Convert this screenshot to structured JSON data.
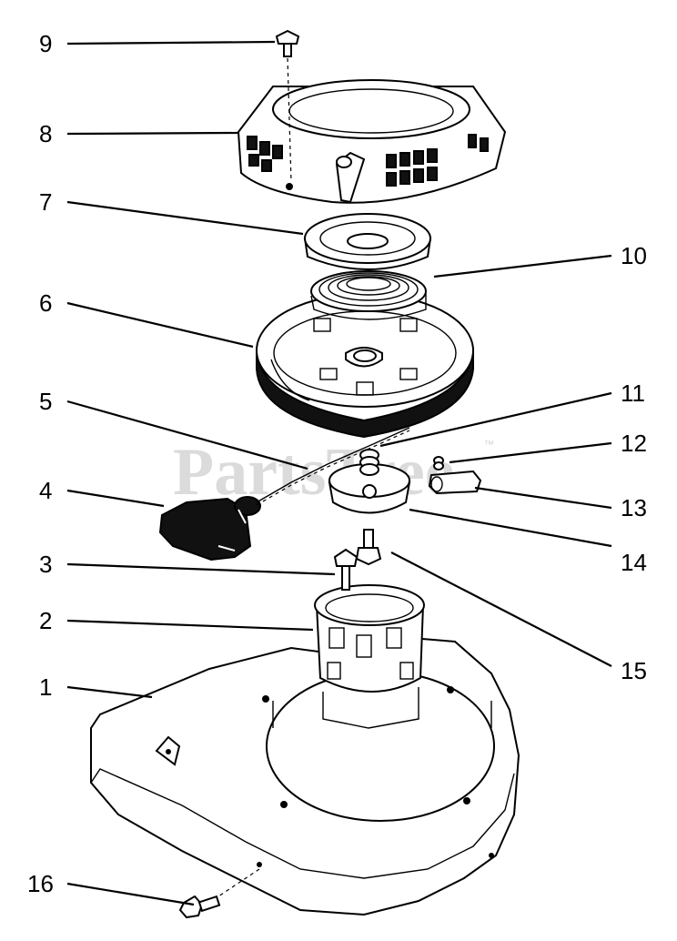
{
  "watermark": {
    "text": "PartsTree",
    "mark": "™"
  },
  "callouts": [
    {
      "id": "1",
      "label": "1"
    },
    {
      "id": "2",
      "label": "2"
    },
    {
      "id": "3",
      "label": "3"
    },
    {
      "id": "4",
      "label": "4"
    },
    {
      "id": "5",
      "label": "5"
    },
    {
      "id": "6",
      "label": "6"
    },
    {
      "id": "7",
      "label": "7"
    },
    {
      "id": "8",
      "label": "8"
    },
    {
      "id": "9",
      "label": "9"
    },
    {
      "id": "10",
      "label": "10"
    },
    {
      "id": "11",
      "label": "11"
    },
    {
      "id": "12",
      "label": "12"
    },
    {
      "id": "13",
      "label": "13"
    },
    {
      "id": "14",
      "label": "14"
    },
    {
      "id": "15",
      "label": "15"
    },
    {
      "id": "16",
      "label": "16"
    }
  ]
}
